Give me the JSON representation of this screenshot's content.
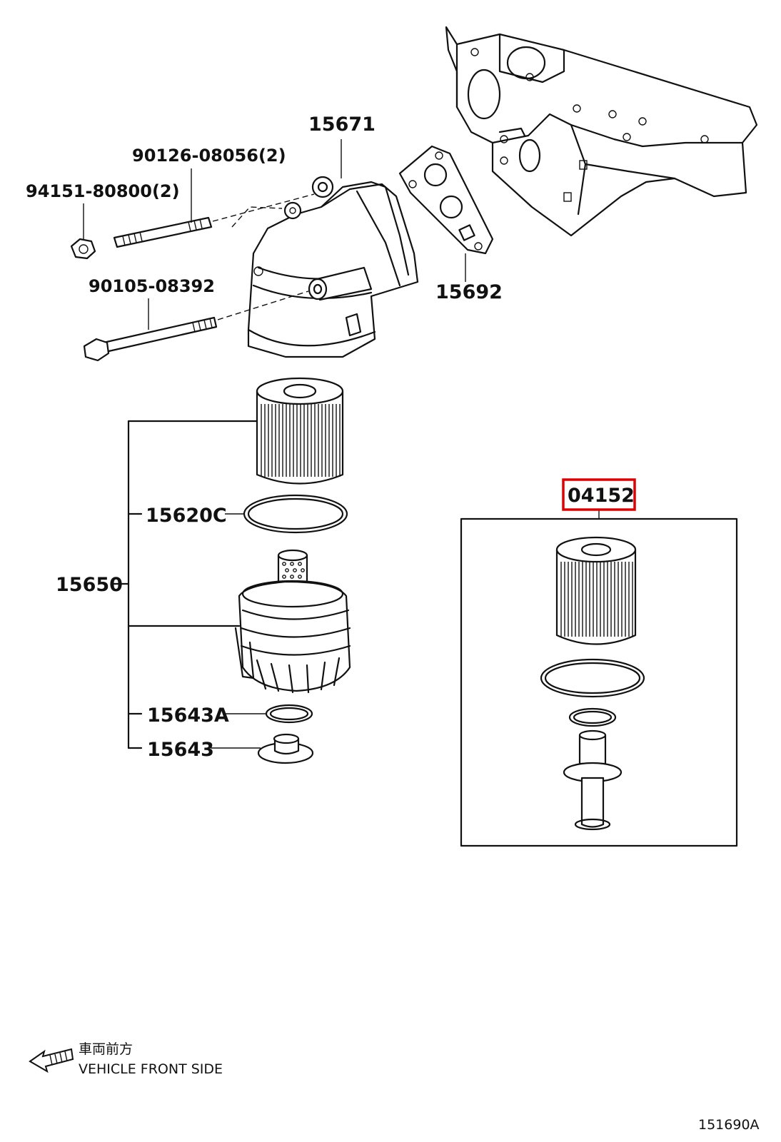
{
  "labels": {
    "p15671": "15671",
    "p90126": "90126-08056(2)",
    "p94151": "94151-80800(2)",
    "p90105": "90105-08392",
    "p15692": "15692",
    "p15620c": "15620C",
    "p15650": "15650",
    "p15643a": "15643A",
    "p15643": "15643",
    "p04152": "04152"
  },
  "highlight_color": "#e00000",
  "front_note": {
    "jp": "車両前方",
    "en": "VEHICLE FRONT SIDE",
    "icon": "arrow-left-icon"
  },
  "diagram_id": "151690A"
}
